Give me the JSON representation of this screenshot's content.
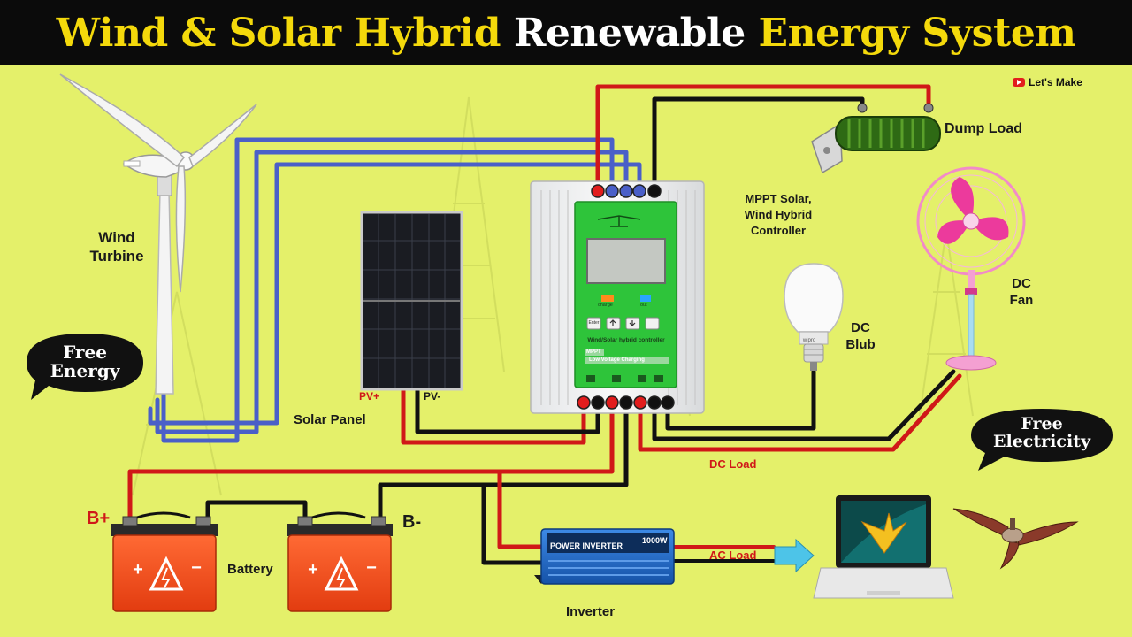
{
  "header": {
    "part1": "Wind & Solar Hybrid",
    "part2": "Renewable",
    "part3": "Energy System",
    "color_yellow": "#f4d90b",
    "color_white": "#ffffff"
  },
  "badge": {
    "icon": "youtube-play-icon",
    "text": "Let's Make"
  },
  "components": {
    "wind_turbine": {
      "line1": "Wind",
      "line2": "Turbine"
    },
    "solar_panel": {
      "label": "Solar Panel",
      "pv_plus": "PV+",
      "pv_minus": "PV-"
    },
    "controller": {
      "line1": "MPPT Solar,",
      "line2": "Wind Hybrid",
      "line3": "Controller",
      "panel_title": "Wind/Solar hybrid controller",
      "chip_mppt": "MPPT",
      "chip_lv": "Low Voltage Charging",
      "ind_charge": "charge",
      "ind_out": "out",
      "btn_enter": "Enter"
    },
    "dump_load": {
      "label": "Dump Load"
    },
    "dc_bulb": {
      "line1": "DC",
      "line2": "Blub",
      "brand": "wipro"
    },
    "dc_fan": {
      "line1": "DC",
      "line2": "Fan"
    },
    "battery": {
      "label": "Battery",
      "b_plus": "B+",
      "b_minus": "B-"
    },
    "inverter": {
      "label": "Inverter",
      "brand_text": "POWER INVERTER",
      "rating": "1000W"
    },
    "dc_load": {
      "label": "DC Load"
    },
    "ac_load": {
      "label": "AC Load"
    }
  },
  "bubbles": {
    "free_energy_1": "Free",
    "free_energy_2": "Energy",
    "free_electricity_1": "Free",
    "free_electricity_2": "Electricity"
  },
  "colors": {
    "background": "#e4f06a",
    "wire_red": "#d01818",
    "wire_black": "#111111",
    "wire_blue": "#4a5fc8",
    "controller_green": "#2ec43a",
    "battery_orange": "#f24b1c",
    "inverter_blue": "#1f6fd1",
    "fan_pink": "#f28bc8"
  }
}
